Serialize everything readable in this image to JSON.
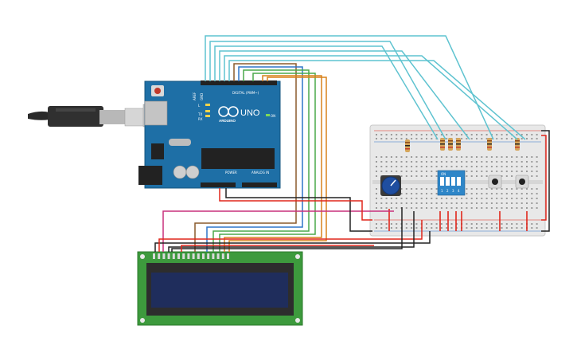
{
  "arduino": {
    "model_label": "UNO",
    "brand_label": "ARDUINO",
    "digital_label": "DIGITAL (PWM~)",
    "power_label": "POWER",
    "analog_label": "ANALOG IN",
    "on_label": "ON",
    "tx_label": "TX",
    "rx_label": "RX",
    "l_label": "L",
    "aref_label": "AREF",
    "gnd_label": "GND"
  },
  "dip_switch": {
    "label": "ON",
    "numbers": [
      "1",
      "2",
      "3",
      "4"
    ]
  },
  "colors": {
    "board_blue": "#1e6fa6",
    "breadboard": "#e8e8e8",
    "lcd_pcb": "#3d9a3d",
    "lcd_screen": "#1f2d5c",
    "wire_cyan": "#5fc3d0",
    "wire_red": "#e0261b",
    "wire_black": "#222222",
    "wire_magenta": "#c8307c",
    "wire_orange": "#d8821c",
    "wire_green": "#4aa84a",
    "wire_brown": "#8a5a2c",
    "wire_blue": "#2f75c8"
  }
}
